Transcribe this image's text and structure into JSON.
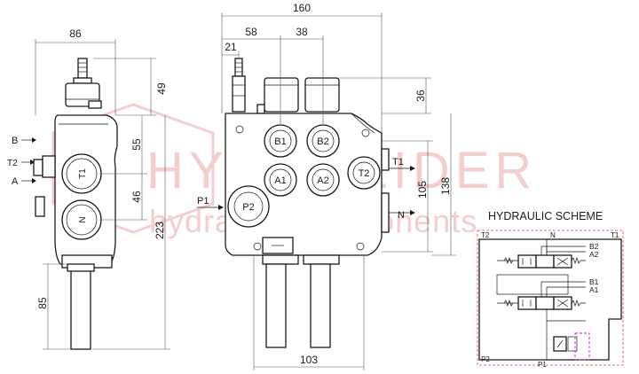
{
  "watermark": {
    "line1": "HYDROLIDER",
    "line2": "hydraulic components",
    "color": "#f2c6c6"
  },
  "side_view": {
    "dims": {
      "top_width": "86",
      "h_49": "49",
      "h_55": "55",
      "h_46": "46",
      "h_223": "223",
      "h_85": "85"
    },
    "port_labels": {
      "b": "B",
      "t2": "T2",
      "a": "A"
    },
    "ports": {
      "t1": "T1",
      "n": "N"
    }
  },
  "front_view": {
    "dims": {
      "w_160": "160",
      "w_58": "58",
      "w_38": "38",
      "w_21": "21",
      "h_36": "36",
      "h_105": "105",
      "h_138": "138",
      "w_103": "103"
    },
    "ports": {
      "b1": "B1",
      "b2": "B2",
      "a1": "A1",
      "a2": "A2",
      "t2": "T2",
      "p2": "P2"
    },
    "labels": {
      "p1": "P1",
      "t1": "T1",
      "n": "N"
    }
  },
  "scheme": {
    "title": "HYDRAULIC SCHEME",
    "labels": {
      "t2": "T2",
      "n": "N",
      "t1": "T1",
      "b2": "B2",
      "a2": "A2",
      "b1": "B1",
      "a1": "A1",
      "p2": "P2",
      "p1": "P1"
    }
  }
}
